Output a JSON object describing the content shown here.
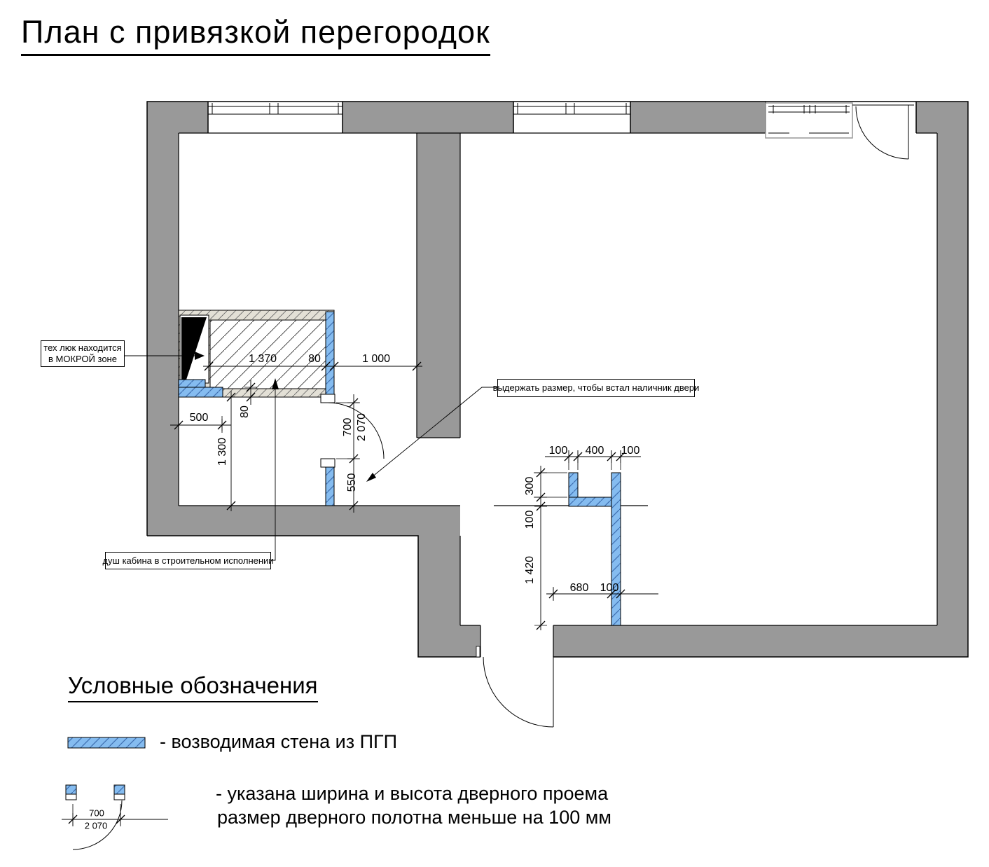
{
  "title": "План с привязкой перегородок",
  "callouts": {
    "tech_hatch_line1": "тех люк находится",
    "tech_hatch_line2": "в МОКРОЙ зоне",
    "door_casing": "выдержать размер, чтобы встал наличник двери",
    "shower": "душ кабина в строительном исполнении"
  },
  "dims": {
    "shower_inner_width": "1 370",
    "shower_partition_thickness": "80",
    "corridor_width": "1 000",
    "wall_offset": "500",
    "room_depth": "1 300",
    "band_thickness": "80",
    "door_width": "700",
    "door_height": "2 070",
    "door_offset": "550",
    "u_left": "100",
    "u_mid": "400",
    "u_right": "100",
    "u_top": "300",
    "u_thk": "100",
    "u_bottom": "1 420",
    "entry_offset": "680",
    "entry_thk": "100"
  },
  "legend": {
    "heading": "Условные обозначения",
    "wall_item": "- возводимая стена из ПГП",
    "door_item_line1": "- указана ширина и высота дверного проема",
    "door_item_line2": "размер дверного полотна меньше на 100 мм",
    "door_width": "700",
    "door_height": "2 070"
  },
  "colors": {
    "wall_gray": "#999999",
    "partition_blue": "#85BCF0",
    "partition_hatch": "#3f6fb0",
    "shower_band": "#e3e0d6"
  }
}
